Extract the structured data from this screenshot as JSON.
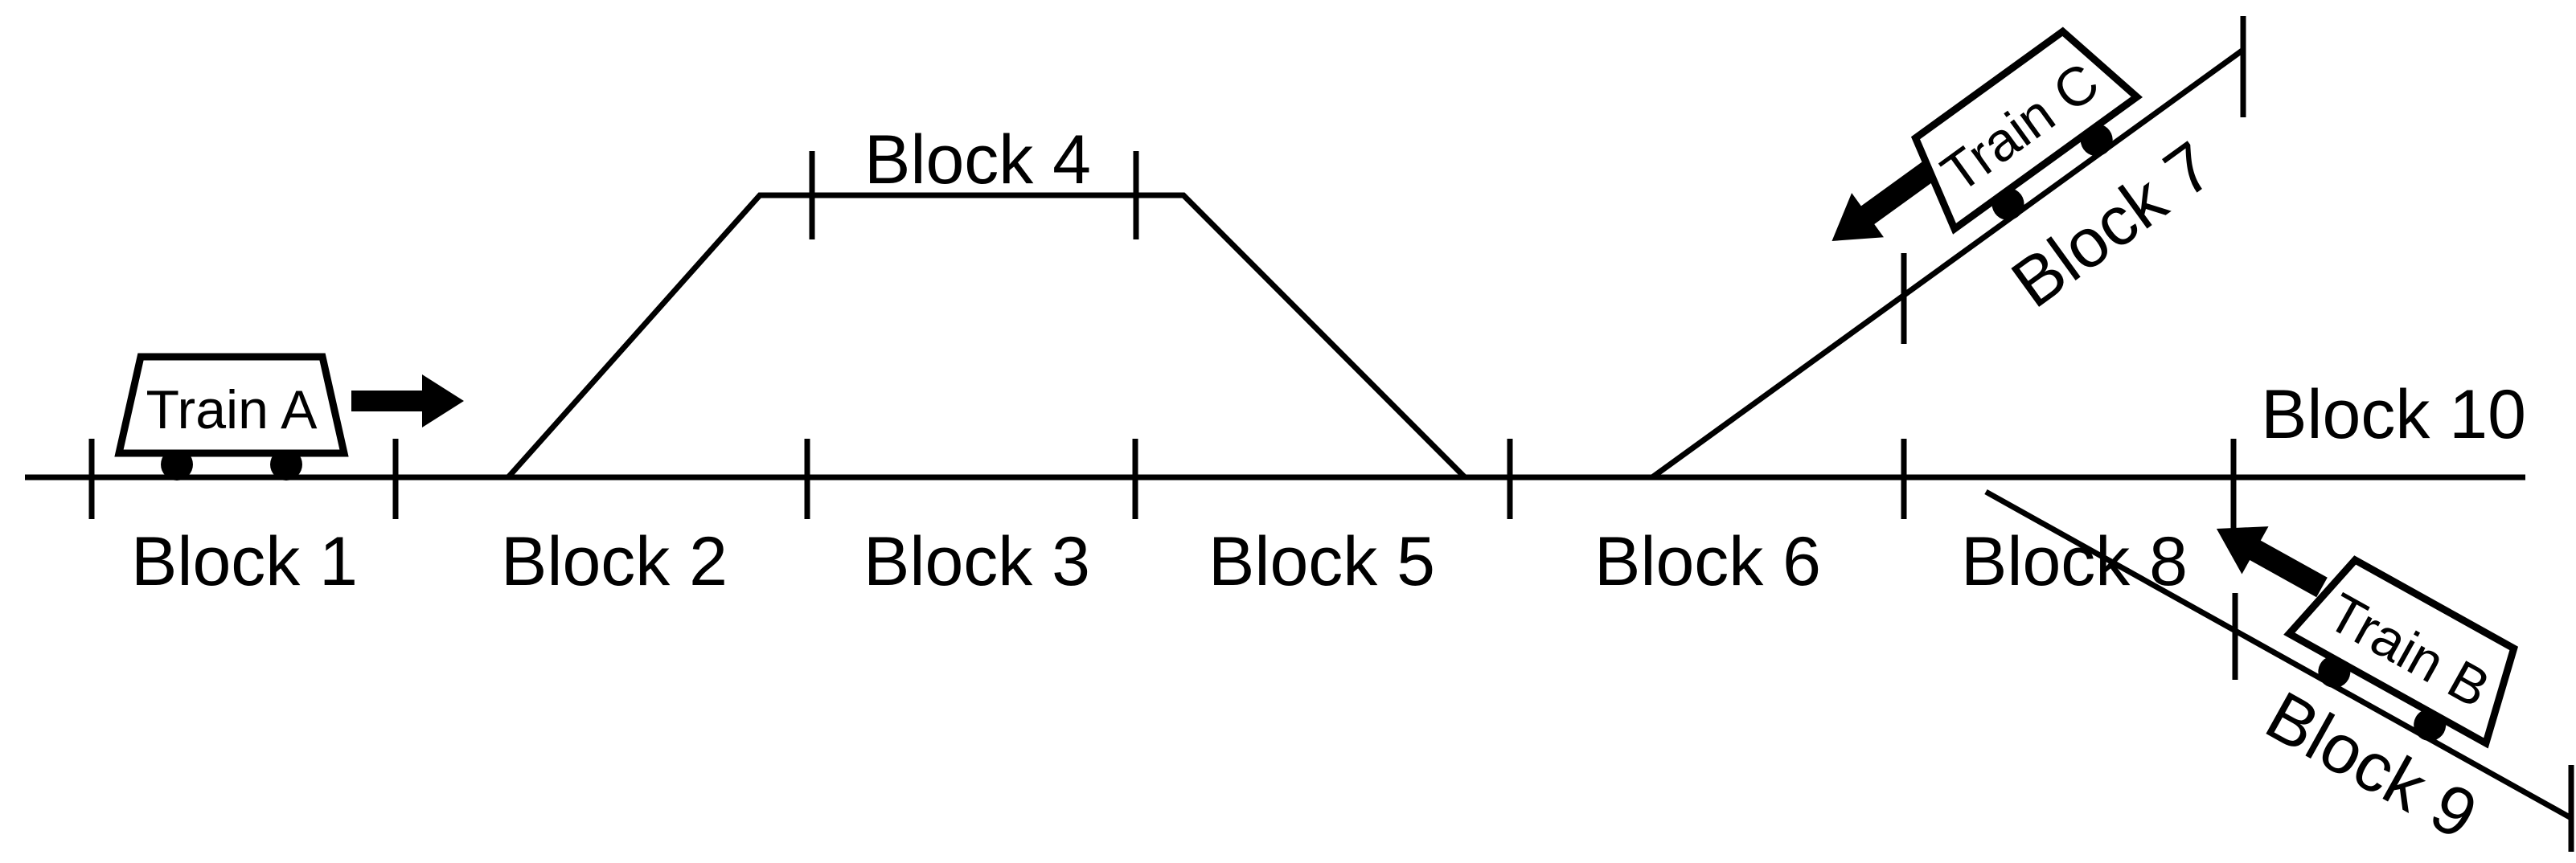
{
  "figure": {
    "kind": "railway-block-occupancy-diagram",
    "background_color": "#ffffff",
    "ink_color": "#000000"
  },
  "blocks": {
    "b1": "Block 1",
    "b2": "Block 2",
    "b3": "Block 3",
    "b4": "Block 4",
    "b5": "Block 5",
    "b6": "Block 6",
    "b7": "Block 7",
    "b8": "Block 8",
    "b9": "Block 9",
    "b10": "Block 10"
  },
  "trains": {
    "a": {
      "label": "Train A",
      "on_block": "Block 1",
      "direction": "right"
    },
    "b": {
      "label": "Train B",
      "on_block": "Block 9",
      "direction": "up-left"
    },
    "c": {
      "label": "Train C",
      "on_block": "Block 7",
      "direction": "down-left"
    }
  }
}
